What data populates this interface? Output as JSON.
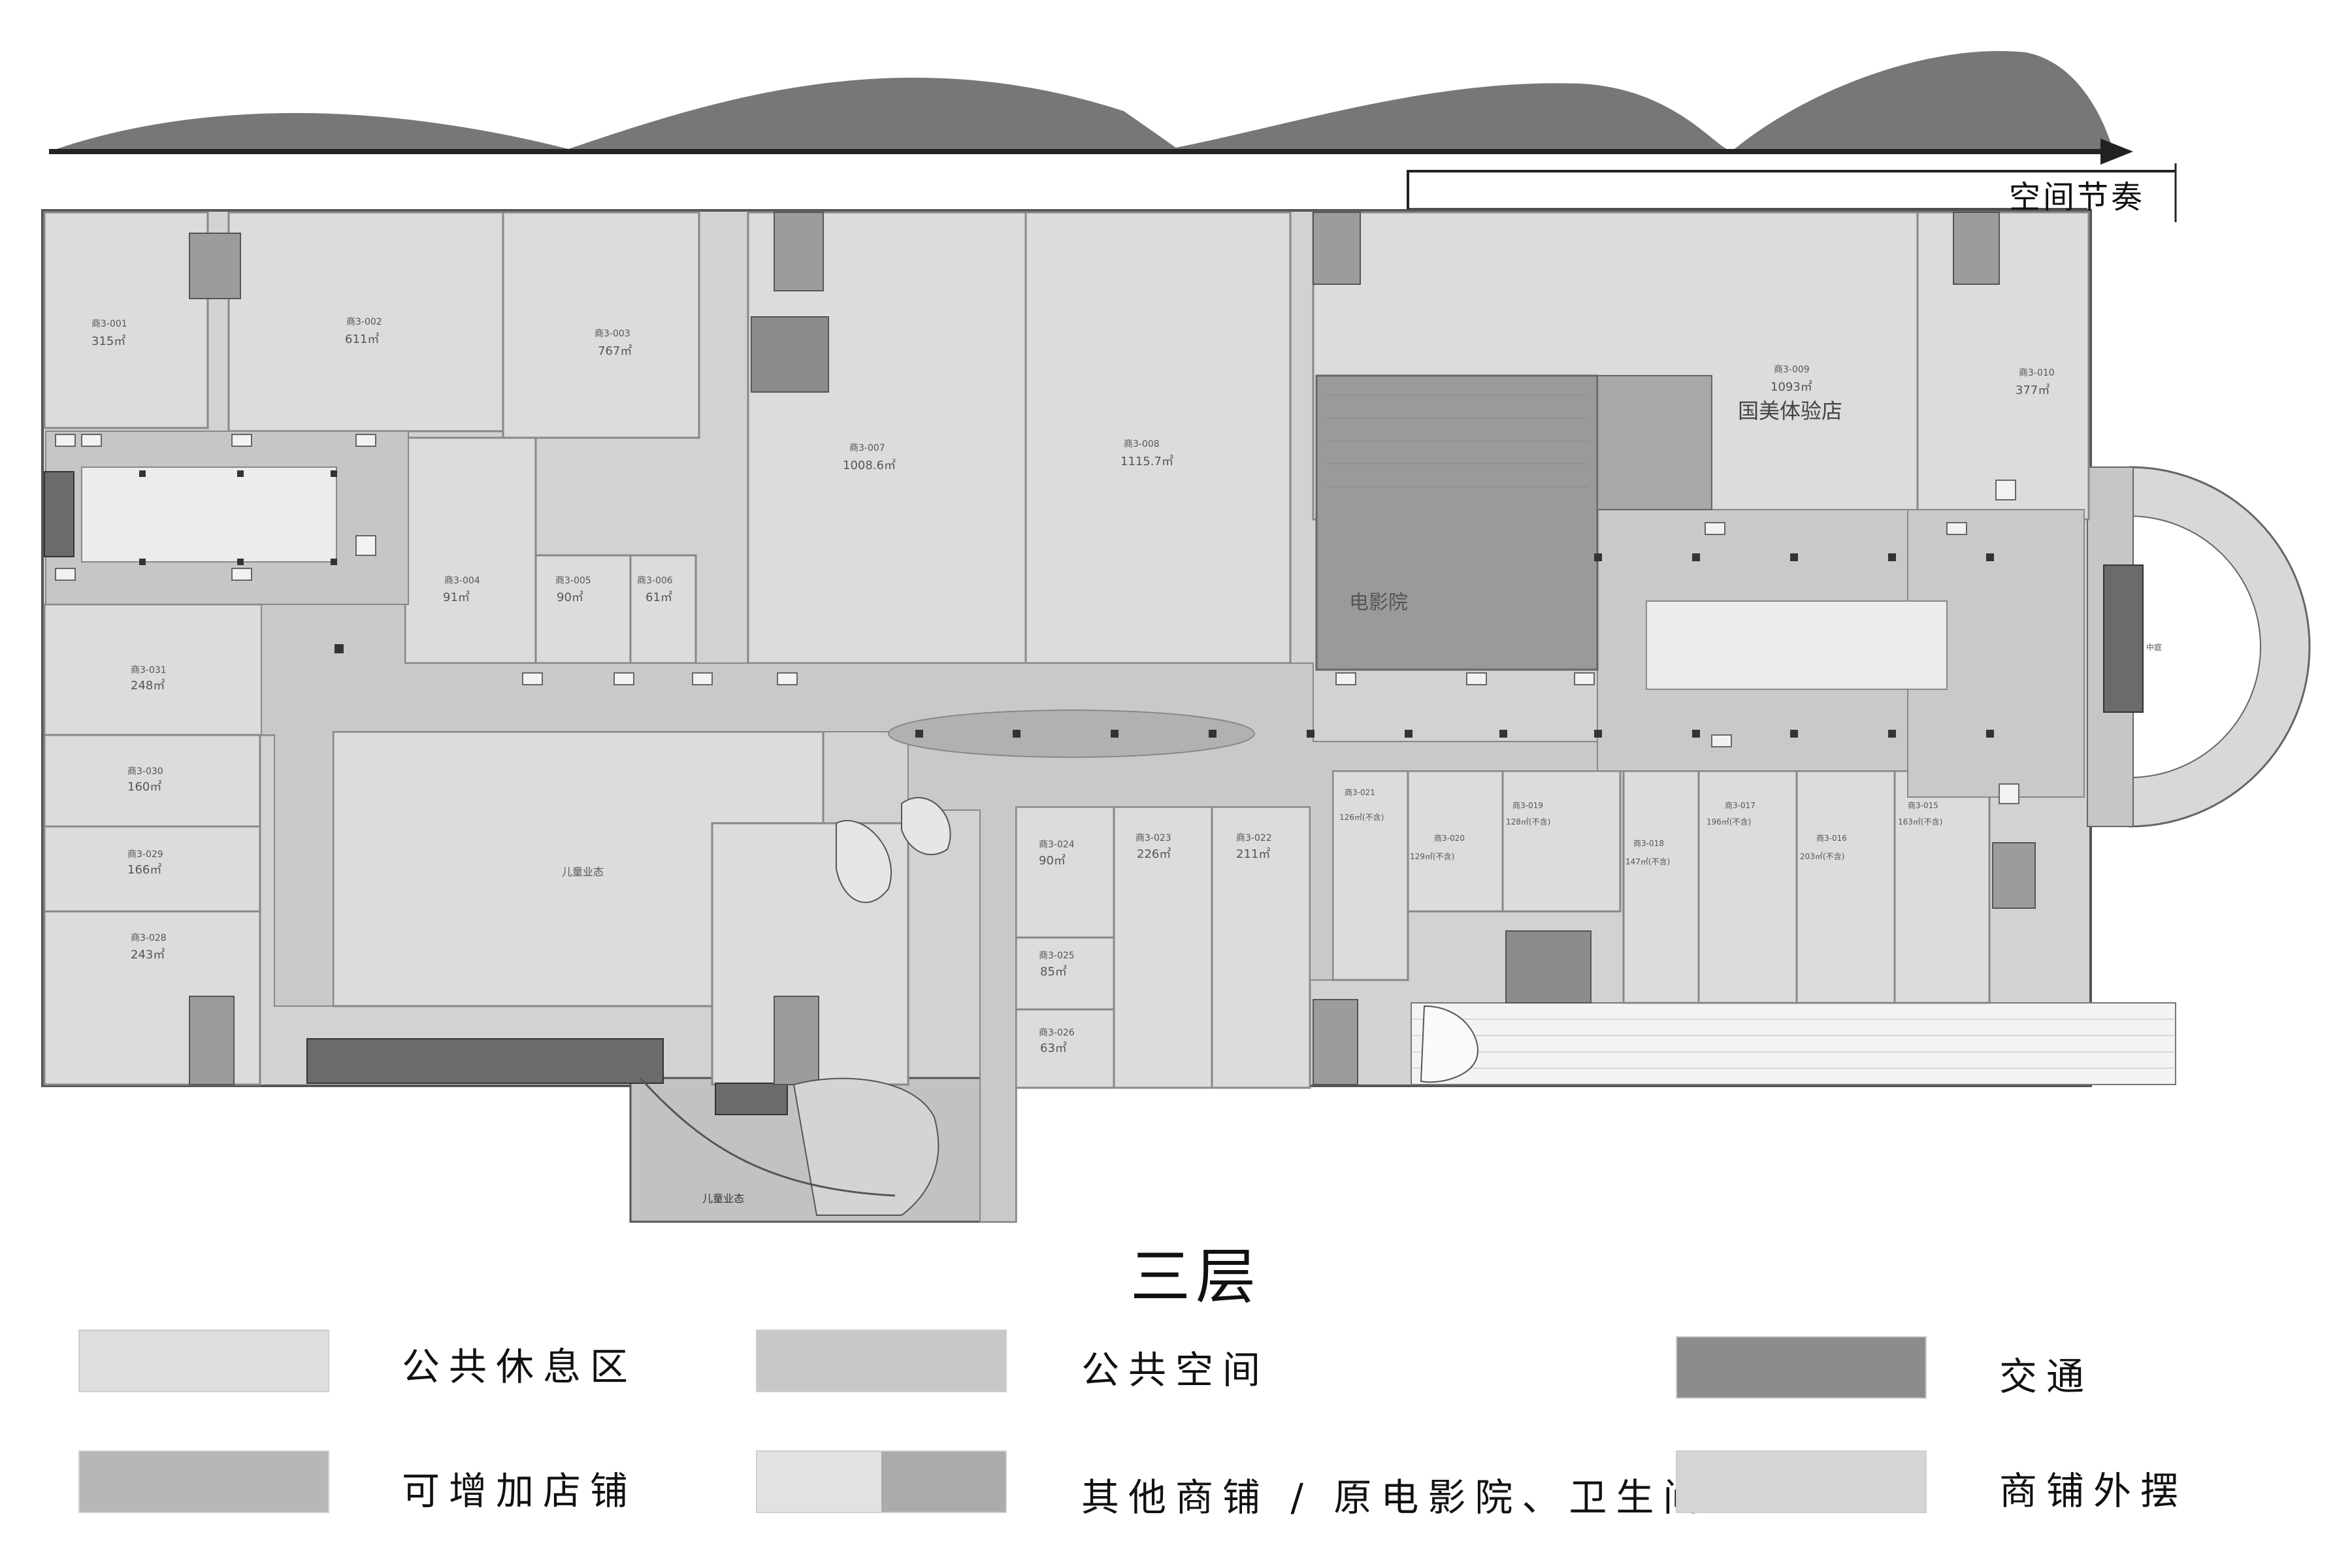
{
  "header": {
    "rhythm_label": "空间节奏"
  },
  "floor_title": "三层",
  "colors": {
    "public_rest": "#dedede",
    "public_space": "#c8c8c8",
    "traffic": "#8c8c8c",
    "addable_shop": "#b7b7b7",
    "other_shop_a": "#e2e2e2",
    "other_shop_b": "#ababab",
    "shop_outdoor": "#d5d5d5",
    "unit_fill": "#dcdcdc",
    "corridor_fill": "#c9c9c9",
    "cinema_fill": "#9a9a9a"
  },
  "units": [
    {
      "id": "商3-001",
      "area": "315㎡"
    },
    {
      "id": "商3-002",
      "area": "611㎡"
    },
    {
      "id": "商3-003",
      "area": "767㎡"
    },
    {
      "id": "商3-007",
      "area": "1008.6㎡"
    },
    {
      "id": "商3-008",
      "area": "1115.7㎡"
    },
    {
      "id": "商3-009",
      "area": "1093㎡",
      "name": "国美体验店"
    },
    {
      "id": "商3-010",
      "area": "377㎡"
    },
    {
      "id": "商3-004",
      "area": "91㎡"
    },
    {
      "id": "商3-005",
      "area": "90㎡"
    },
    {
      "id": "商3-006",
      "area": "61㎡"
    },
    {
      "id": "商3-031",
      "area": "248㎡"
    },
    {
      "id": "商3-030",
      "area": "160㎡"
    },
    {
      "id": "商3-029",
      "area": "166㎡"
    },
    {
      "id": "商3-028",
      "area": "243㎡"
    },
    {
      "id": "商3-024",
      "area": "90㎡"
    },
    {
      "id": "商3-023",
      "area": "226㎡"
    },
    {
      "id": "商3-022",
      "area": "211㎡"
    },
    {
      "id": "商3-025",
      "area": "85㎡"
    },
    {
      "id": "商3-026",
      "area": "63㎡"
    },
    {
      "id": "商3-021",
      "area": "126㎡(不含)"
    },
    {
      "id": "商3-020",
      "area": "129㎡(不含)"
    },
    {
      "id": "商3-019",
      "area": "128㎡(不含)"
    },
    {
      "id": "商3-018",
      "area": "147㎡(不含)"
    },
    {
      "id": "商3-017",
      "area": "196㎡(不含)"
    },
    {
      "id": "商3-016",
      "area": "203㎡(不含)"
    },
    {
      "id": "商3-015",
      "area": "163㎡(不含)"
    }
  ],
  "areas": {
    "cinema": "电影院",
    "kids": "儿童业态",
    "kids_outdoor": "儿童业态",
    "atrium": "中庭"
  },
  "legend": [
    {
      "label": "公共休息区",
      "color": "#dedede"
    },
    {
      "label": "公共空间",
      "color": "#c8c8c8"
    },
    {
      "label": "交通",
      "color": "#8c8c8c"
    },
    {
      "label": "可增加店铺",
      "color": "#b7b7b7"
    },
    {
      "label": "其他商铺 / 原电影院、卫生间",
      "color": "#e2e2e2"
    },
    {
      "label": "商铺外摆",
      "color": "#d5d5d5"
    }
  ]
}
